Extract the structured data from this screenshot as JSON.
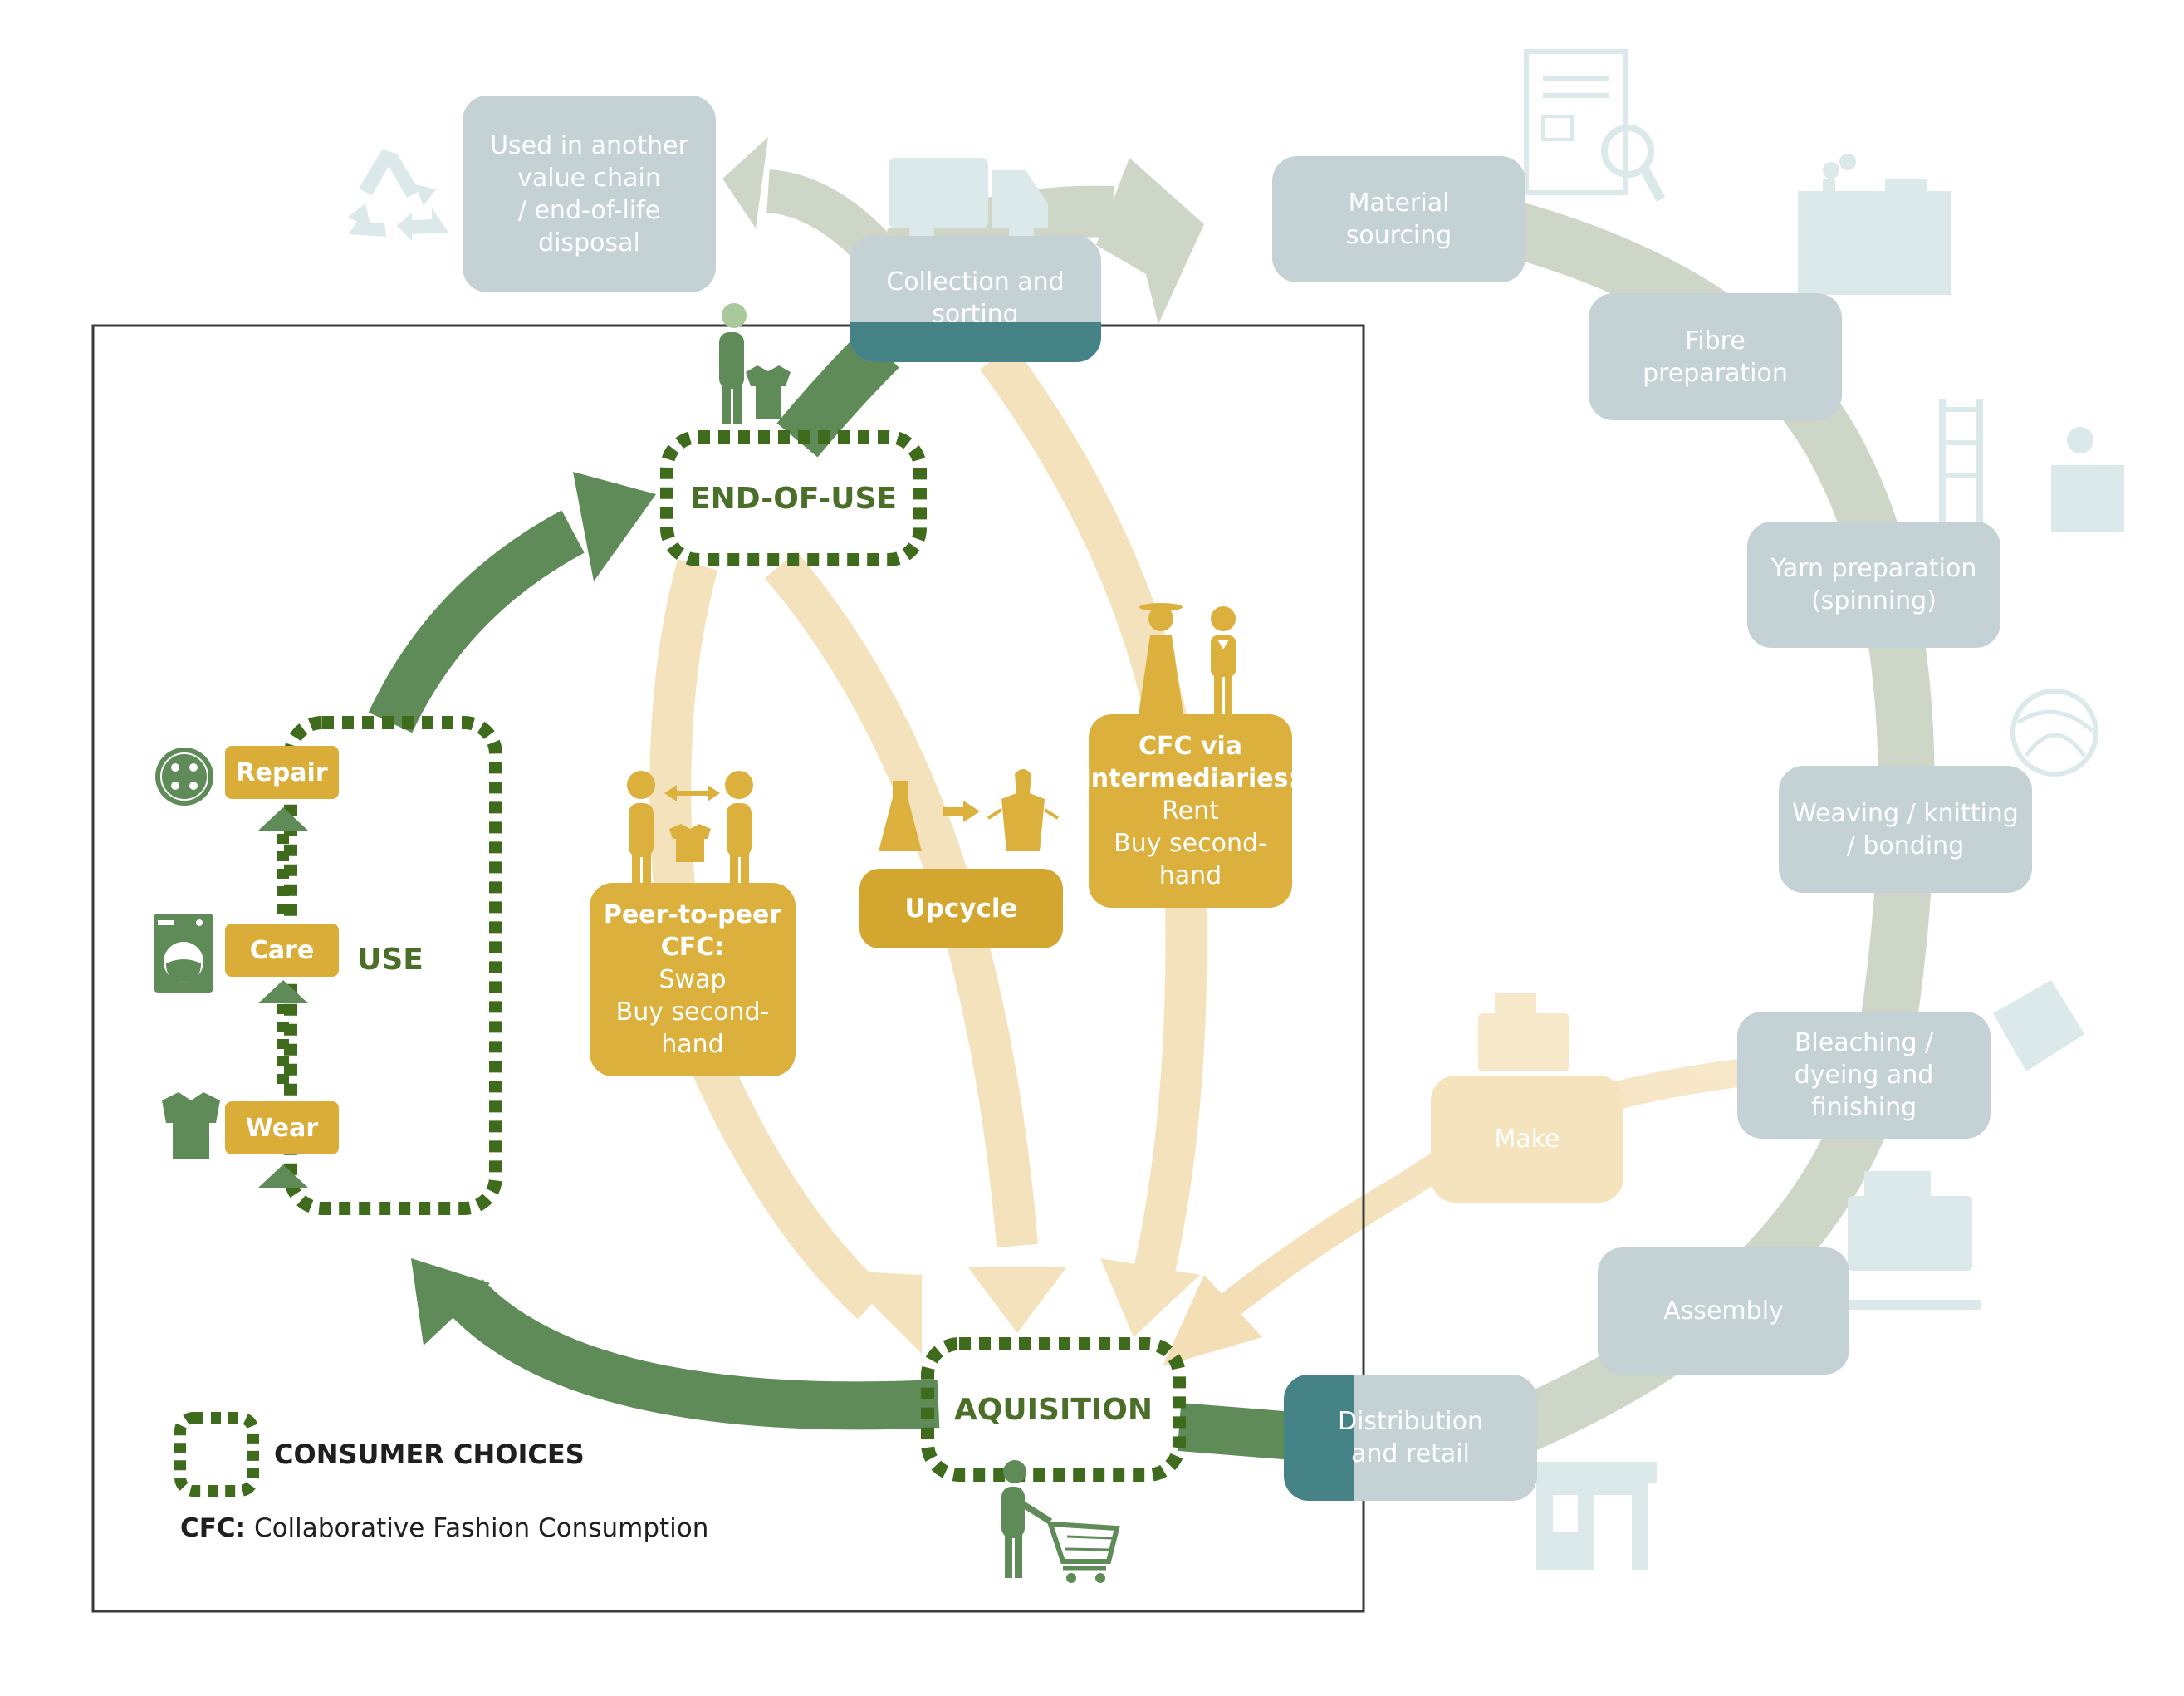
{
  "nodes": {
    "used_in_another": [
      "Used in another",
      "value chain",
      "/ end-of-life",
      "disposal"
    ],
    "collection": [
      "Collection and",
      "sorting"
    ],
    "material": [
      "Material",
      "sourcing"
    ],
    "fibre": [
      "Fibre",
      "preparation"
    ],
    "yarn": [
      "Yarn preparation",
      "(spinning)"
    ],
    "weaving": [
      "Weaving / knitting",
      "/ bonding"
    ],
    "bleaching": [
      "Bleaching /",
      "dyeing and",
      "finishing"
    ],
    "make": "Make",
    "assembly": "Assembly",
    "distribution": [
      "Distribution",
      "and retail"
    ]
  },
  "stages": {
    "end_of_use": "END-OF-USE",
    "use": "USE",
    "aquisition": "AQUISITION"
  },
  "use_steps": {
    "repair": "Repair",
    "care": "Care",
    "wear": "Wear"
  },
  "options": {
    "p2p": {
      "title": [
        "Peer-to-peer",
        "CFC:"
      ],
      "items": [
        "Swap",
        "Buy second-",
        "hand"
      ]
    },
    "upcycle": "Upcycle",
    "intermediaries": {
      "title": [
        "CFC via",
        "intermediaries:"
      ],
      "items": [
        "Rent",
        "Buy second-",
        "hand"
      ]
    }
  },
  "legend": {
    "consumer_choices": "CONSUMER CHOICES",
    "cfc_abbr": "CFC:",
    "cfc_full": "Collaborative Fashion Consumption"
  },
  "colors": {
    "dark_green": "#5f8b58",
    "dashed_green": "#3e6b1c",
    "gold": "#dcb03c",
    "light_gold": "#f4e2bd",
    "grey_box": "#c4d2d6",
    "grey_ring": "#cdd6c7",
    "teal": "#468386",
    "icon_pale": "#dbe9eb"
  }
}
